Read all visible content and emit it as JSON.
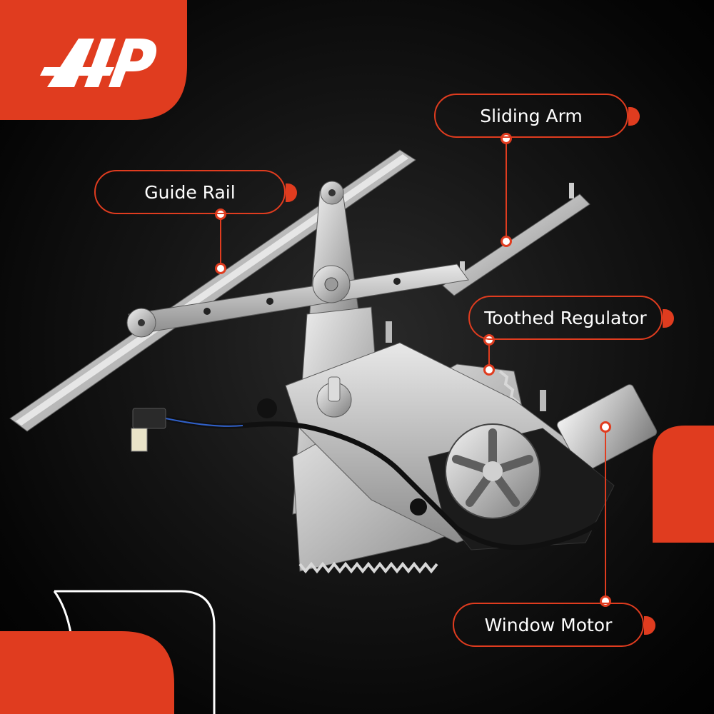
{
  "brand": {
    "logo_text": "A-P",
    "accent_color": "#e03c1f"
  },
  "callouts": {
    "guide_rail": "Guide Rail",
    "sliding_arm": "Sliding Arm",
    "toothed_regulator": "Toothed Regulator",
    "window_motor": "Window Motor"
  }
}
